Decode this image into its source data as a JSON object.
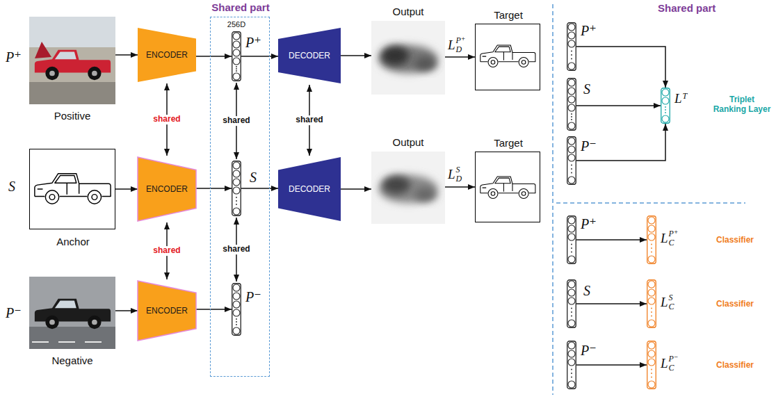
{
  "diagram": {
    "nodes": [
      {
        "text": [
          "Positive"
        ]
      },
      {
        "text": [
          "Anchor"
        ]
      },
      {
        "text": [
          "Negative"
        ]
      },
      {
        "text": [
          "ENCODER"
        ]
      },
      {
        "text": [
          "ENCODER"
        ]
      },
      {
        "text": [
          "ENCODER"
        ]
      },
      {
        "text": [
          "Shared part"
        ]
      },
      {
        "text": [
          "256D",
          "P⁺"
        ],
        "in": 6
      },
      {
        "text": [
          "S"
        ],
        "in": 6
      },
      {
        "text": [
          "P⁻"
        ],
        "in": 6
      },
      {
        "text": [
          "DECODER"
        ]
      },
      {
        "text": [
          "DECODER"
        ]
      },
      {
        "text": [
          "Output"
        ]
      },
      {
        "text": [
          "Output"
        ]
      },
      {
        "text": [
          "Target"
        ]
      },
      {
        "text": [
          "Target"
        ]
      },
      {
        "text": [
          "P⁺"
        ]
      },
      {
        "text": [
          "S"
        ]
      },
      {
        "text": [
          "P⁻"
        ]
      },
      {
        "text": [
          "L",
          "T",
          "Triplet Ranking Layer"
        ]
      },
      {
        "text": [
          "P⁺"
        ]
      },
      {
        "text": [
          "S"
        ]
      },
      {
        "text": [
          "P⁻"
        ]
      },
      {
        "text": [
          "L",
          "C",
          "P⁺",
          "Classifier"
        ]
      },
      {
        "text": [
          "L",
          "C",
          "S",
          "Classifier"
        ]
      },
      {
        "text": [
          "L",
          "C",
          "P⁻",
          "Classifier"
        ]
      }
    ],
    "edges": [
      {
        "from": 0,
        "to": 3,
        "arrow": "to"
      },
      {
        "from": 1,
        "to": 4,
        "arrow": "to"
      },
      {
        "from": 2,
        "to": 5,
        "arrow": "to"
      },
      {
        "from": 3,
        "to": 4,
        "label": "shared",
        "arrow": "both"
      },
      {
        "from": 4,
        "to": 5,
        "label": "shared",
        "arrow": "both"
      },
      {
        "from": 3,
        "to": 7,
        "arrow": "to"
      },
      {
        "from": 4,
        "to": 8,
        "arrow": "to"
      },
      {
        "from": 5,
        "to": 9,
        "arrow": "to"
      },
      {
        "from": 7,
        "to": 8,
        "label": "shared",
        "arrow": "both"
      },
      {
        "from": 8,
        "to": 9,
        "label": "shared",
        "arrow": "both"
      },
      {
        "from": 7,
        "to": 10,
        "arrow": "to"
      },
      {
        "from": 8,
        "to": 11,
        "arrow": "to"
      },
      {
        "from": 10,
        "to": 11,
        "label": "shared",
        "arrow": "both"
      },
      {
        "from": 10,
        "to": 12,
        "arrow": "to"
      },
      {
        "from": 11,
        "to": 13,
        "arrow": "to"
      },
      {
        "from": 12,
        "to": 14,
        "arrow": "to"
      },
      {
        "from": 13,
        "to": 15,
        "arrow": "to"
      },
      {
        "from": 16,
        "to": 19,
        "arrow": "to"
      },
      {
        "from": 17,
        "to": 19,
        "arrow": "to"
      },
      {
        "from": 18,
        "to": 19,
        "arrow": "to"
      },
      {
        "from": 20,
        "to": 23,
        "arrow": "to"
      },
      {
        "from": 21,
        "to": 24,
        "arrow": "to"
      },
      {
        "from": 22,
        "to": 25,
        "arrow": "to"
      }
    ],
    "labels": [
      "P⁺",
      "S",
      "P⁻",
      "L",
      "D",
      "P⁺",
      "L",
      "D",
      "S",
      "Shared part"
    ]
  }
}
